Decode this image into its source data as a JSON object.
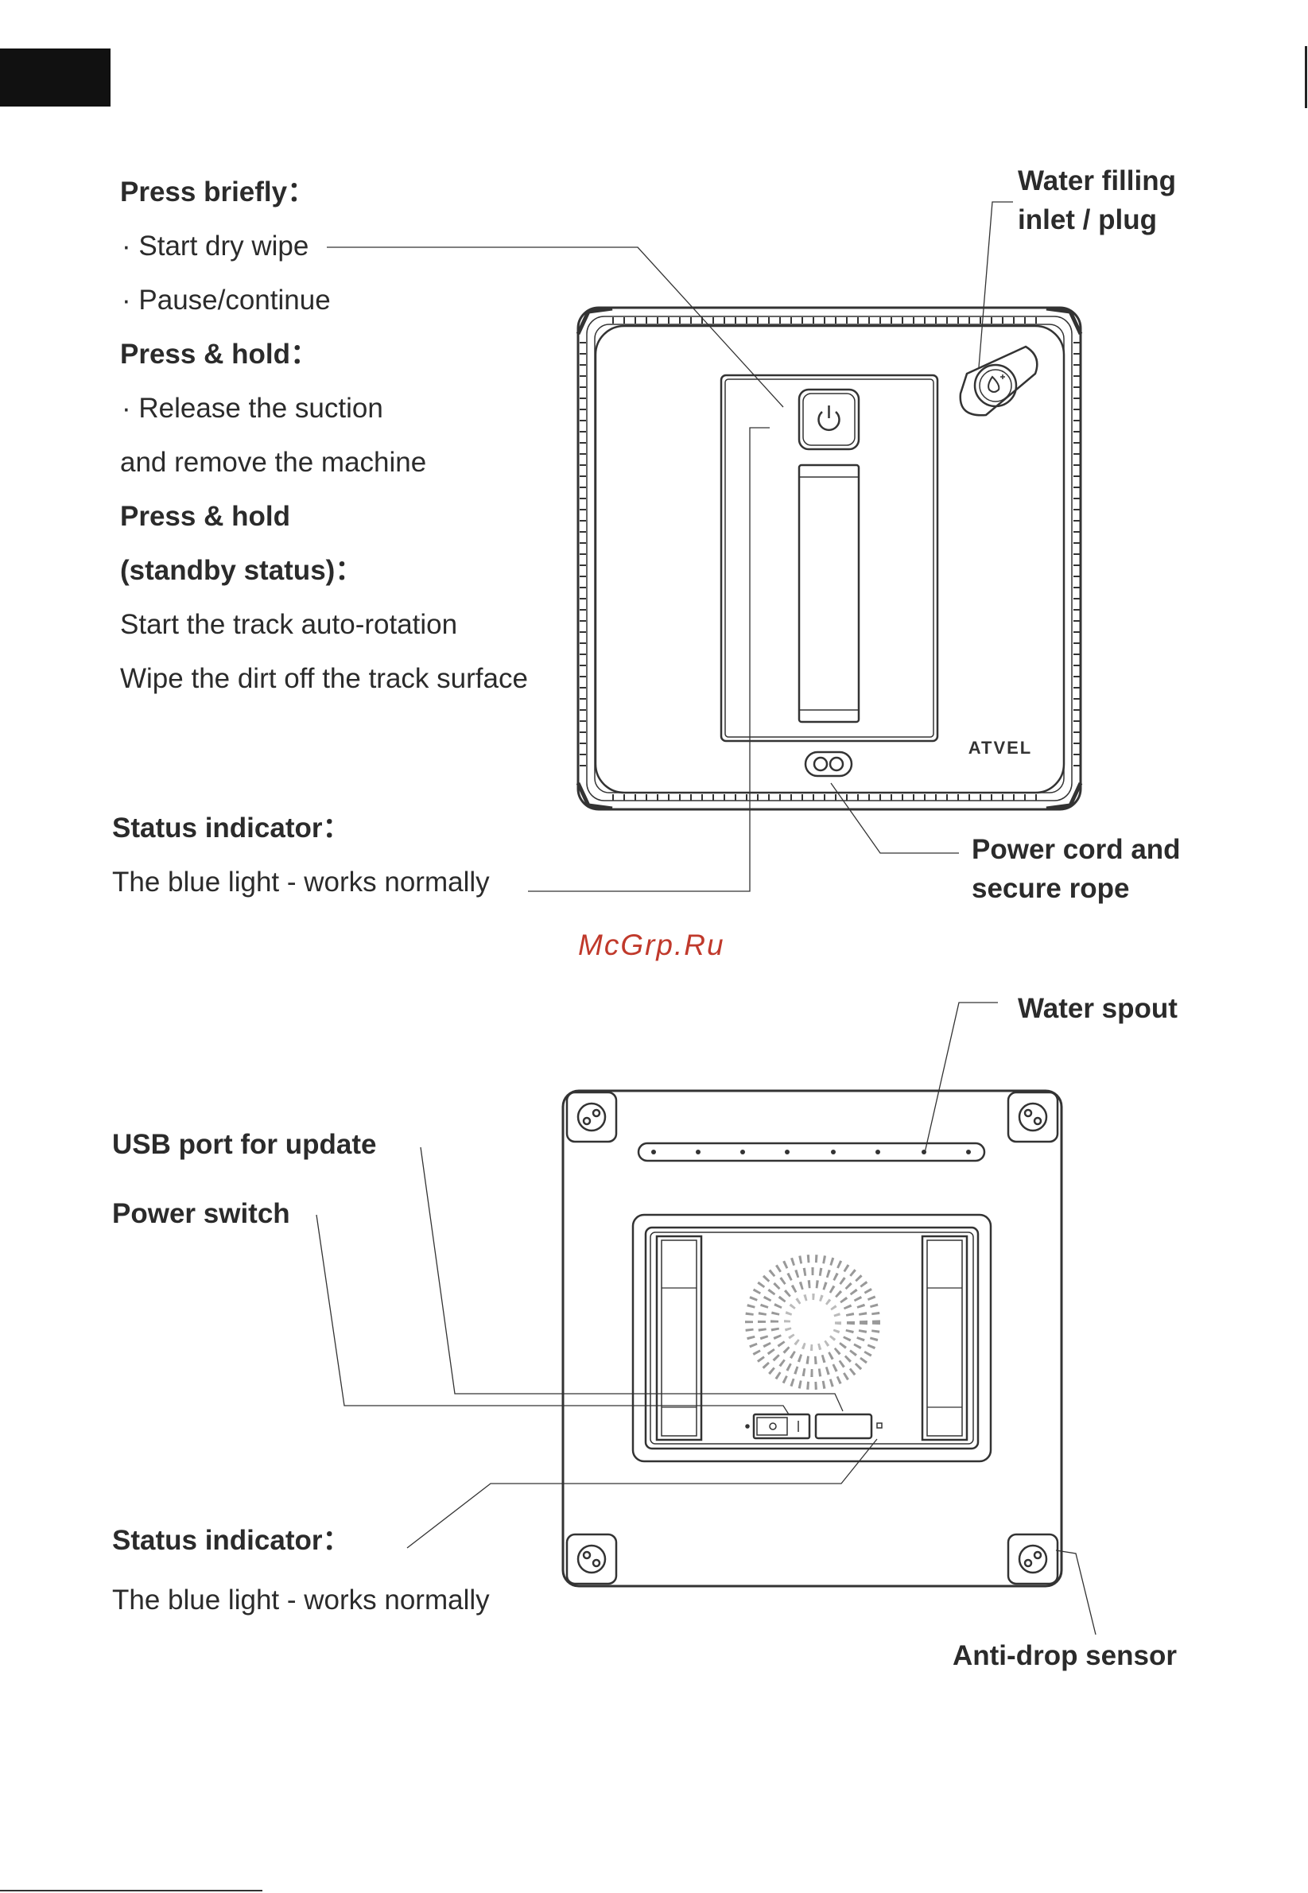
{
  "top": {
    "press_briefly": "Press briefly：",
    "dry_wipe": "· Start dry wipe",
    "pause": "· Pause/continue",
    "press_hold": "Press & hold：",
    "release": "· Release the suction",
    "remove": "and remove the machine",
    "press_hold2": "Press & hold",
    "standby": "(standby status)：",
    "auto_rotation": "Start the track auto-rotation",
    "wipe_dirt": "Wipe the dirt off the track surface",
    "status_title": "Status indicator：",
    "status_text": "The blue light - works normally",
    "water_inlet_1": "Water filling",
    "water_inlet_2": "inlet / plug",
    "power_cord_1": "Power cord and",
    "power_cord_2": "secure rope",
    "brand": "ATVEL"
  },
  "watermark": "McGrp.Ru",
  "bottom": {
    "water_spout": "Water spout",
    "usb_port": "USB port for update",
    "power_switch": "Power switch",
    "status_title": "Status indicator：",
    "status_text": "The blue light - works normally",
    "anti_drop": "Anti-drop sensor"
  },
  "icons": [
    "power-icon",
    "water-drop-icon"
  ]
}
